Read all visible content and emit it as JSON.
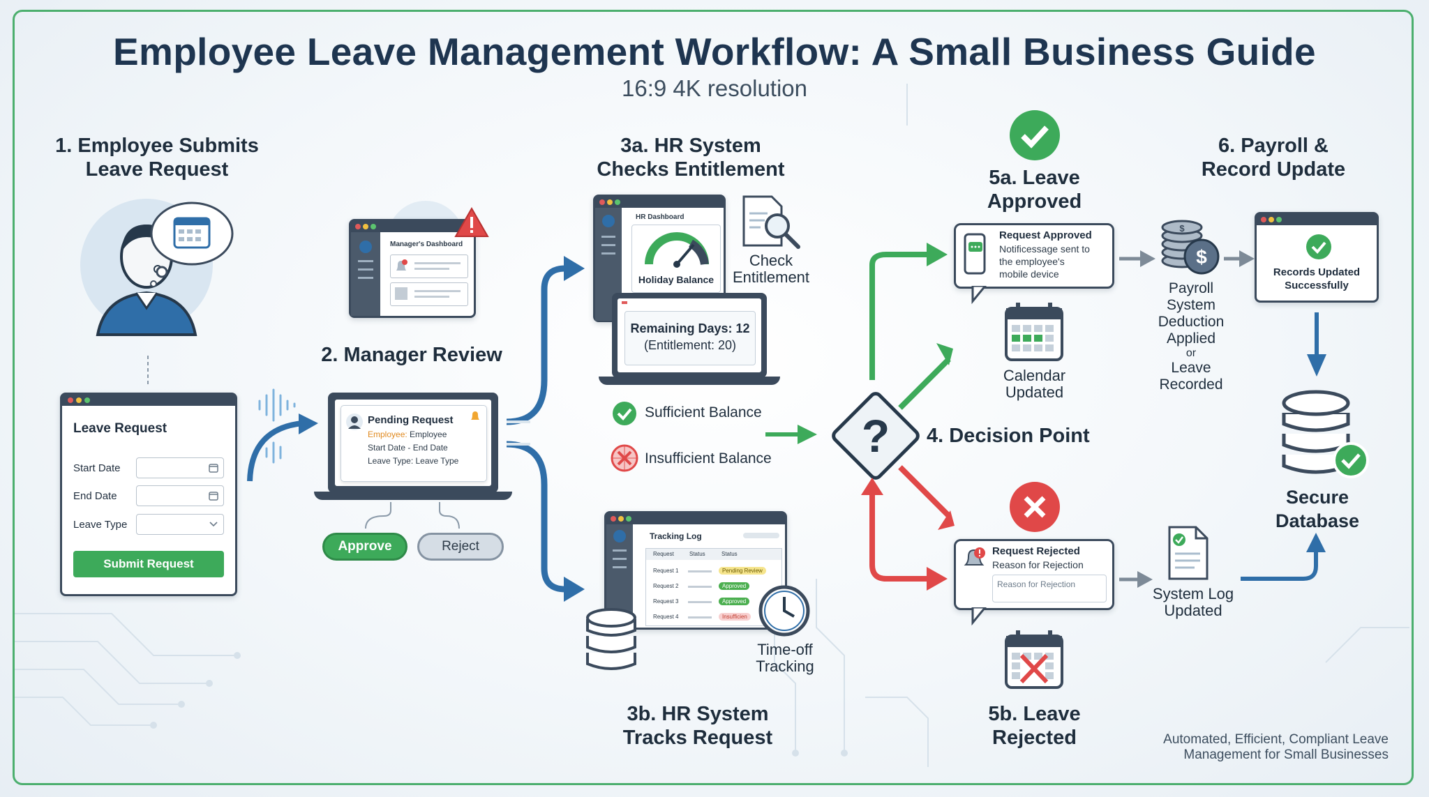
{
  "title": "Employee Leave Management Workflow: A Small Business Guide",
  "subtitle": "16:9 4K resolution",
  "steps": {
    "s1": "1. Employee Submits Leave Request",
    "s2": "2. Manager Review",
    "s3a": "3a. HR System Checks Entitlement",
    "s3b": "3b. HR System Tracks Request",
    "s4": "4. Decision Point",
    "s5a": "5a. Leave Approved",
    "s5b": "5b. Leave Rejected",
    "s6": "6. Payroll & Record Update"
  },
  "leave_form": {
    "title": "Leave Request",
    "start_label": "Start Date",
    "end_label": "End Date",
    "type_label": "Leave Type",
    "submit": "Submit Request"
  },
  "manager": {
    "dashboard_title": "Manager's Dashboard",
    "pending_title": "Pending Request",
    "employee_key": "Employee:",
    "employee_val": "Employee",
    "dates": "Start Date - End Date",
    "leave_type": "Leave Type: Leave Type",
    "approve": "Approve",
    "reject": "Reject"
  },
  "hr": {
    "dashboard_title": "HR Dashboard",
    "gauge_label": "Holiday Balance",
    "check_label": "Check Entitlement",
    "remaining": "Remaining Days: 12",
    "entitlement": "(Entitlement: 20)",
    "sufficient": "Sufficient Balance",
    "insufficient": "Insufficient Balance"
  },
  "tracking": {
    "title": "Tracking Log",
    "headers": [
      "Request",
      "Status",
      "Status"
    ],
    "rows": [
      {
        "name": "Request 1",
        "status": "Pending Review",
        "color": "#f6e58d",
        "text": "#6b5a00"
      },
      {
        "name": "Request 2",
        "status": "Approved",
        "color": "#4caf50",
        "text": "#ffffff"
      },
      {
        "name": "Request 3",
        "status": "Approved",
        "color": "#4caf50",
        "text": "#ffffff"
      },
      {
        "name": "Request 4",
        "status": "Insufficien",
        "color": "#f8d0d0",
        "text": "#c0392b"
      }
    ],
    "timeoff": "Time-off Tracking"
  },
  "approved": {
    "title": "Request Approved",
    "line1": "Notificessage sent to",
    "line2": "the employee's",
    "line3": "mobile device",
    "calendar": "Calendar Updated"
  },
  "rejected": {
    "title": "Request Rejected",
    "reason": "Reason for Rejection",
    "field": "Reason for Rejection",
    "log": "System Log Updated"
  },
  "payroll": {
    "line1": "Payroll",
    "line2": "System",
    "line3": "Deduction",
    "line4": "Applied",
    "or": "or",
    "line5": "Leave",
    "line6": "Recorded",
    "records1": "Records Updated",
    "records2": "Successfully",
    "db1": "Secure",
    "db2": "Database"
  },
  "footer": {
    "line1": "Automated, Efficient, Compliant Leave",
    "line2": "Management for Small Businesses"
  },
  "colors": {
    "green": "#3daa5a",
    "red": "#e04848",
    "navy": "#3b4a5c",
    "blue": "#2f6ea8"
  }
}
